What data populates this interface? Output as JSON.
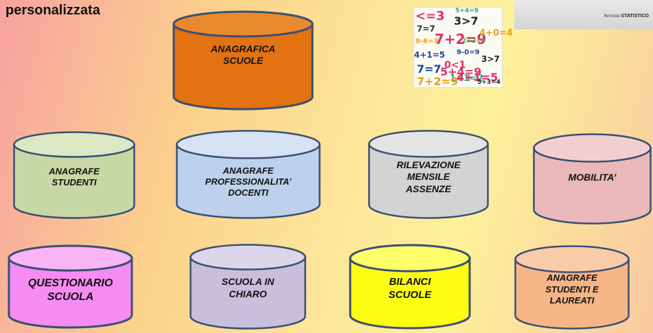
{
  "page": {
    "title": "personalizzata"
  },
  "logo": {
    "prefix": "Servizio",
    "name": "STATISTICO"
  },
  "decor": {
    "math_expressions": [
      "<=3",
      "5+4=9",
      "3>7",
      "7=7",
      "7+2=9",
      "4+0=4",
      "9-6=3",
      "2+2=4",
      "4+1=5",
      "9-0=9",
      "0<1",
      "3>7",
      "5+4=9",
      "7=7",
      "1+1=2",
      "7+2=9",
      "4+1=5",
      "5+3=4"
    ]
  },
  "databases": [
    {
      "id": "anagrafica-scuole",
      "lines": [
        "ANAGRAFICA",
        "SCUOLE"
      ],
      "fill": "#e27212",
      "top_fill": "#ea8a2f"
    },
    {
      "id": "anagrafe-studenti",
      "lines": [
        "ANAGRAFE",
        "STUDENTI"
      ],
      "fill": "#c7d8a5",
      "top_fill": "#dce8c4"
    },
    {
      "id": "anagrafe-professionalita-docenti",
      "lines": [
        "ANAGRAFE",
        "PROFESSIONALITA’",
        "DOCENTI"
      ],
      "fill": "#bdd1ec",
      "top_fill": "#d6e3f5"
    },
    {
      "id": "rilevazione-mensile-assenze",
      "lines": [
        "RILEVAZIONE",
        "MENSILE",
        "ASSENZE"
      ],
      "fill": "#d3d3d3",
      "top_fill": "#e4e4e4"
    },
    {
      "id": "mobilita",
      "lines": [
        "MOBILITA’"
      ],
      "fill": "#eab8b8",
      "top_fill": "#f2cfcf"
    },
    {
      "id": "questionario-scuola",
      "lines": [
        "QUESTIONARIO",
        "SCUOLA"
      ],
      "fill": "#f58cf1",
      "top_fill": "#f8b4f5"
    },
    {
      "id": "scuola-in-chiaro",
      "lines": [
        "SCUOLA IN",
        "CHIARO"
      ],
      "fill": "#c8bfdb",
      "top_fill": "#dcd6ea"
    },
    {
      "id": "bilanci-scuole",
      "lines": [
        "BILANCI",
        "SCUOLE"
      ],
      "fill": "#fdfd12",
      "top_fill": "#fefe6a"
    },
    {
      "id": "anagrafe-studenti-e-laureati",
      "lines": [
        "ANAGRAFE",
        "STUDENTI E",
        "LAUREATI"
      ],
      "fill": "#f6b587",
      "top_fill": "#f9cba9"
    }
  ]
}
